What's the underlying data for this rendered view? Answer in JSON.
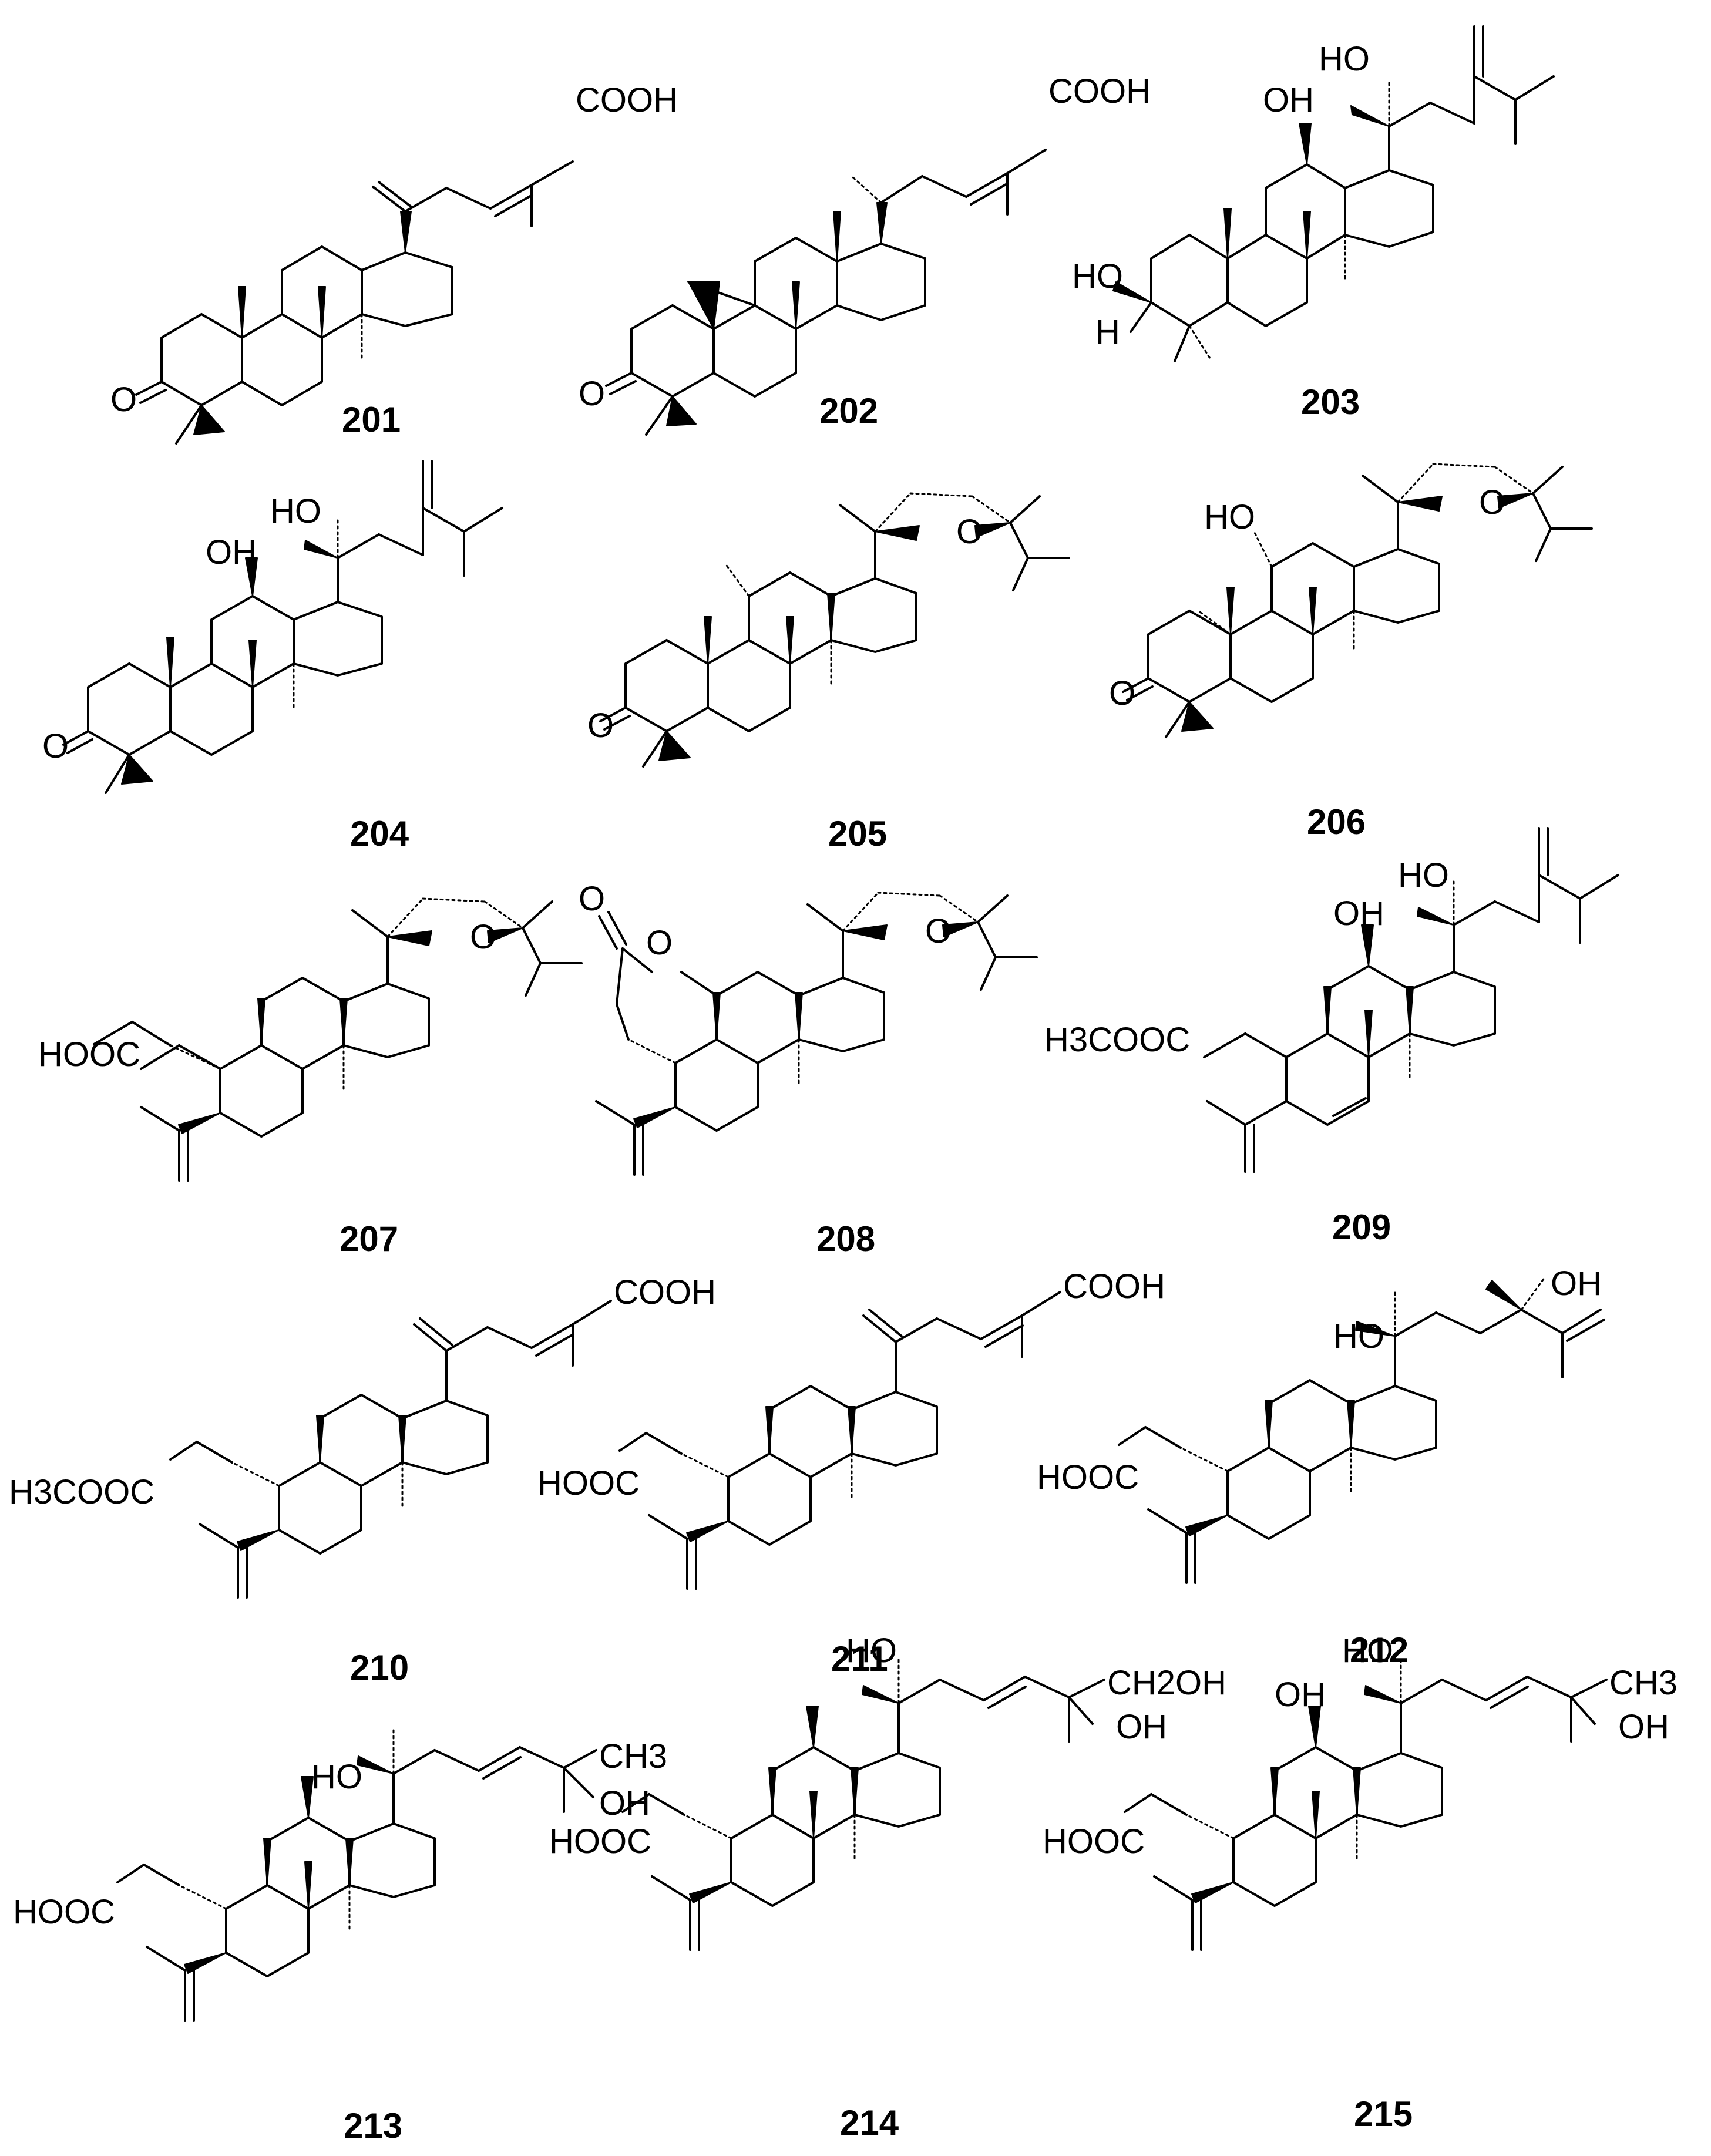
{
  "compounds": [
    {
      "id": "201",
      "labels": [
        "COOH",
        "O"
      ]
    },
    {
      "id": "202",
      "labels": [
        "COOH",
        "O"
      ]
    },
    {
      "id": "203",
      "labels": [
        "HO",
        "OH",
        "HO",
        "H"
      ]
    },
    {
      "id": "204",
      "labels": [
        "HO",
        "OH",
        "O"
      ]
    },
    {
      "id": "205",
      "labels": [
        "O",
        "O"
      ]
    },
    {
      "id": "206",
      "labels": [
        "HO",
        "O",
        "O"
      ]
    },
    {
      "id": "207",
      "labels": [
        "HOOC",
        "O"
      ]
    },
    {
      "id": "208",
      "labels": [
        "O",
        "O",
        "O"
      ]
    },
    {
      "id": "209",
      "labels": [
        "HO",
        "OH",
        "H3COOC"
      ]
    },
    {
      "id": "210",
      "labels": [
        "COOH",
        "H3COOC"
      ]
    },
    {
      "id": "211",
      "labels": [
        "COOH",
        "HOOC"
      ]
    },
    {
      "id": "212",
      "labels": [
        "HO",
        "OH",
        "HOOC"
      ]
    },
    {
      "id": "213",
      "labels": [
        "HO",
        "CH3",
        "OH",
        "HOOC"
      ]
    },
    {
      "id": "214",
      "labels": [
        "HO",
        "CH2OH",
        "OH",
        "HOOC"
      ]
    },
    {
      "id": "215",
      "labels": [
        "HO",
        "OH",
        "CH3",
        "OH",
        "HOOC"
      ]
    }
  ]
}
